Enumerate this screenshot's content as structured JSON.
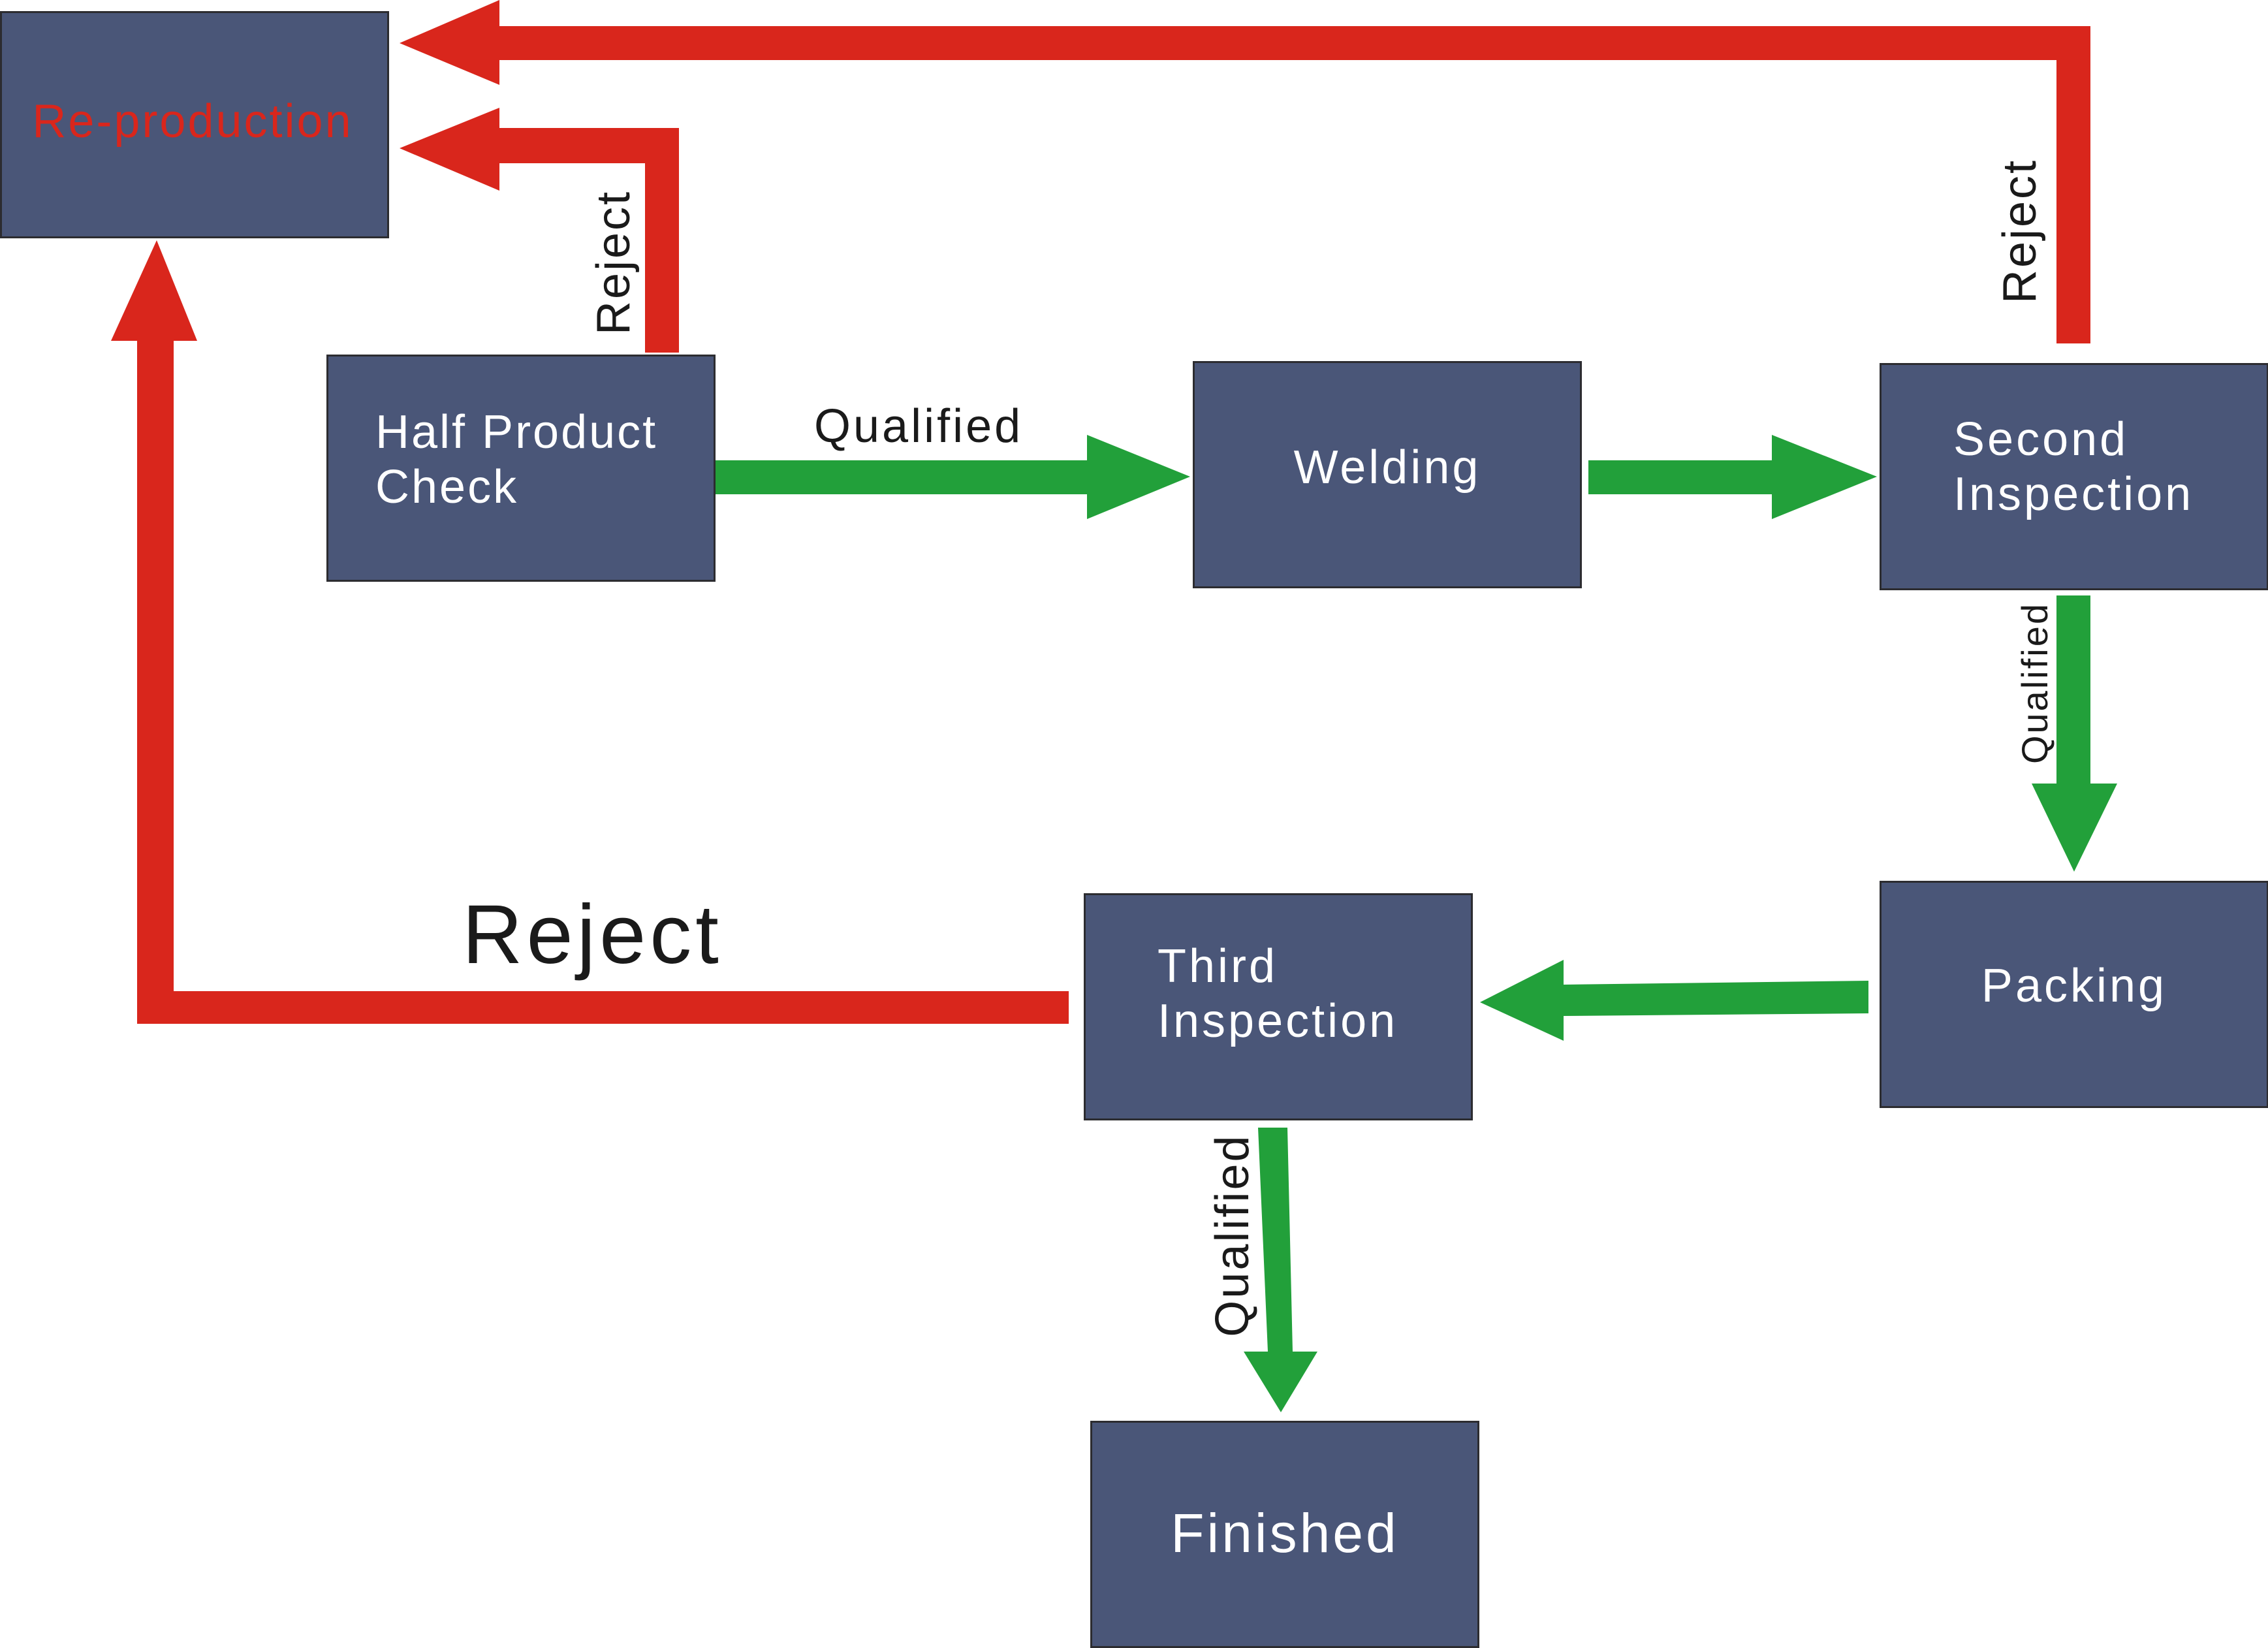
{
  "colors": {
    "box_fill": "#4a5678",
    "box_border": "#2c2c30",
    "box_text": "#ffffff",
    "reject_arrow": "#d9261c",
    "qualified_arrow": "#22a03a",
    "reproduction_text": "#d9261c",
    "label_text": "#1a1a1a"
  },
  "nodes": {
    "reproduction": "Re-production",
    "half_product_check": "Half Product\nCheck",
    "welding": "Welding",
    "second_inspection": "Second\nInspection",
    "packing": "Packing",
    "third_inspection": "Third\nInspection",
    "finished": "Finished"
  },
  "labels": {
    "half_check_reject": "Reject",
    "half_check_qualified": "Qualified",
    "second_inspection_reject": "Reject",
    "second_inspection_qualified": "Qualified",
    "third_inspection_reject": "Reject",
    "third_inspection_qualified": "Qualified"
  }
}
